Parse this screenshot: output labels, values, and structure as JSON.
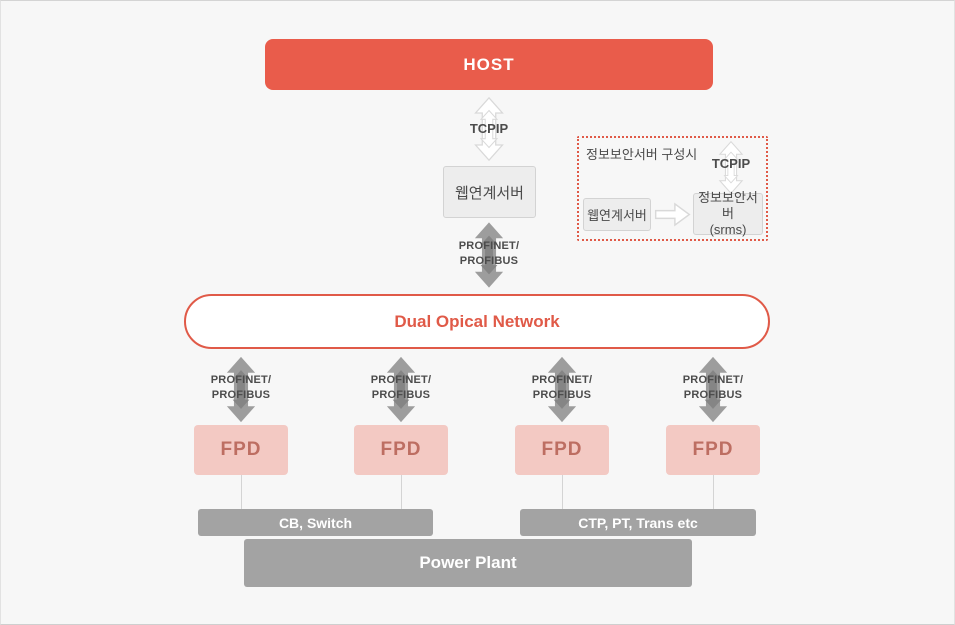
{
  "main": {
    "host": "HOST",
    "tcpip": "TCPIP",
    "profinet": "PROFINET/",
    "profibus": "PROFIBUS",
    "web_server": "웹연계서버",
    "network": "Dual Opical Network"
  },
  "security_panel": {
    "title": "정보보안서버 구성시",
    "tcpip": "TCPIP",
    "web_server": "웹연계서버",
    "security_server": "정보보안서버",
    "security_server_sub": "(srms)"
  },
  "fpd_units": [
    {
      "label": "FPD",
      "bus_line1": "PROFINET/",
      "bus_line2": "PROFIBUS"
    },
    {
      "label": "FPD",
      "bus_line1": "PROFINET/",
      "bus_line2": "PROFIBUS"
    },
    {
      "label": "FPD",
      "bus_line1": "PROFINET/",
      "bus_line2": "PROFIBUS"
    },
    {
      "label": "FPD",
      "bus_line1": "PROFINET/",
      "bus_line2": "PROFIBUS"
    }
  ],
  "equipment": {
    "left_bar": "CB, Switch",
    "right_bar": "CTP, PT, Trans etc"
  },
  "plant": "Power Plant",
  "colors": {
    "accent_red": "#e95c4b",
    "outline_red": "#e05a48",
    "fpd_pink": "#f3c9c3",
    "fpd_text": "#bd6e62",
    "bar_gray": "#a3a3a3",
    "box_gray": "#ededed",
    "arrow_gray": "#9d9d9d",
    "background": "#f7f7f7"
  }
}
